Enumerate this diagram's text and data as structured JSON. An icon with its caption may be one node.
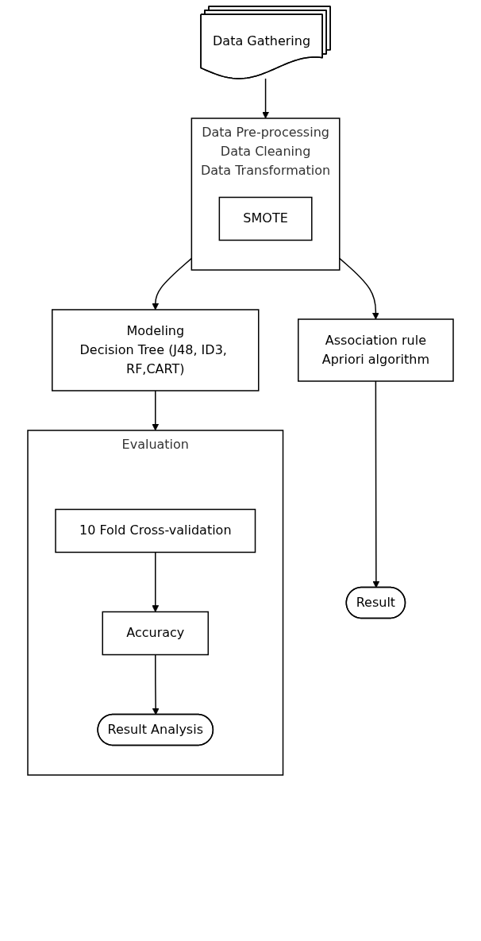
{
  "diagram": {
    "nodes": [
      {
        "text": [
          "Data Gathering"
        ]
      },
      {
        "text": [
          "Data Pre-processing",
          "Data Cleaning",
          "Data Transformation"
        ]
      },
      {
        "text": [
          "SMOTE"
        ],
        "in": 1
      },
      {
        "text": [
          "Modeling",
          "Decision Tree (J48, ID3, RF,CART)"
        ]
      },
      {
        "text": [
          "Association rule",
          "Apriori algorithm"
        ]
      },
      {
        "text": [
          "Evaluation"
        ]
      },
      {
        "text": [
          "10 Fold Cross-validation"
        ],
        "in": 5
      },
      {
        "text": [
          "Accuracy"
        ],
        "in": 5
      },
      {
        "text": [
          "Result Analysis"
        ],
        "in": 5
      },
      {
        "text": [
          "Result"
        ]
      }
    ],
    "edges": [
      {
        "from": 0,
        "to": 1,
        "arrow": "to"
      },
      {
        "from": 1,
        "to": 3,
        "arrow": "to"
      },
      {
        "from": 1,
        "to": 4,
        "arrow": "to"
      },
      {
        "from": 3,
        "to": 5,
        "arrow": "to"
      },
      {
        "from": 4,
        "to": 9,
        "arrow": "to"
      },
      {
        "from": 6,
        "to": 7,
        "arrow": "to"
      },
      {
        "from": 7,
        "to": 8,
        "arrow": "to"
      }
    ]
  }
}
